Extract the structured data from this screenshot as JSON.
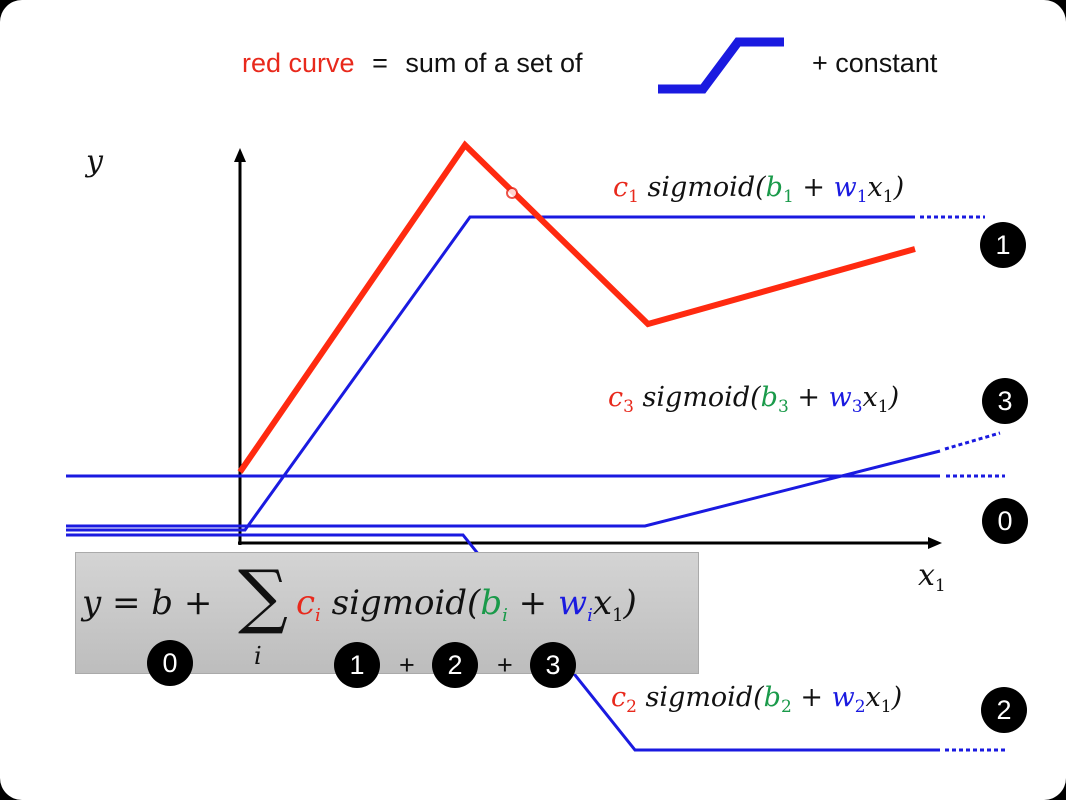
{
  "header": {
    "red_label": "red curve",
    "equals": "=",
    "text": "sum of a set of",
    "suffix": "+ constant"
  },
  "axes": {
    "y_label": "y",
    "x_label": "x",
    "x_sub": "1"
  },
  "curves": [
    {
      "coef": "c",
      "func": "sigmoid(",
      "bias": "b",
      "plus": "+",
      "weight": "w",
      "x": "x",
      "close": ")",
      "index": "1",
      "badge": "1"
    },
    {
      "coef": "c",
      "func": "sigmoid(",
      "bias": "b",
      "plus": "+",
      "weight": "w",
      "x": "x",
      "close": ")",
      "index": "3",
      "badge": "3"
    },
    {
      "coef": "c",
      "func": "sigmoid(",
      "bias": "b",
      "plus": "+",
      "weight": "w",
      "x": "x",
      "close": ")",
      "index": "2",
      "badge": "2"
    }
  ],
  "constant_badge": "0",
  "formula": {
    "lhs": "y = b +",
    "sum": "∑",
    "sum_index": "i",
    "coef": "c",
    "func": "sigmoid(",
    "bias": "b",
    "plus": "+",
    "weight": "w",
    "x": "x",
    "x_sub": "1",
    "close": ")",
    "i": "i",
    "badges": [
      "0",
      "1",
      "2",
      "3"
    ],
    "plus_sign": "+"
  },
  "colors": {
    "red": "#e8291c",
    "blue": "#1a1ae0",
    "green": "#1a9a4a"
  }
}
